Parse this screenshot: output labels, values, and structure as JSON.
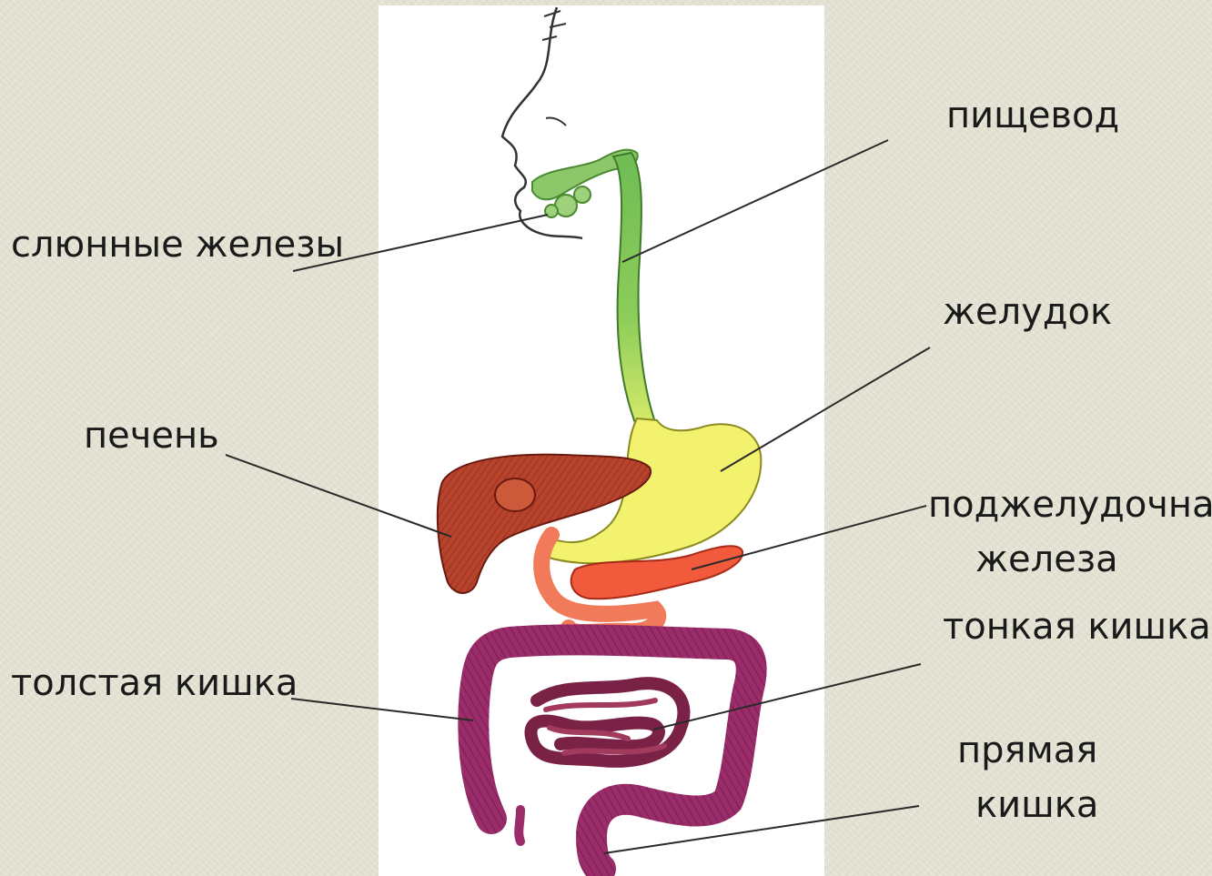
{
  "labels": {
    "esophagus": "пищевод",
    "salivary_glands": "слюнные железы",
    "stomach": "желудок",
    "liver": "печень",
    "pancreas_line1": "поджелудочная",
    "pancreas_line2": "железа",
    "small_intestine": "тонкая кишка",
    "large_intestine": "толстая кишка",
    "rectum_line1": "прямая",
    "rectum_line2": "кишка"
  },
  "colors": {
    "background": "#e4e3d3",
    "panel": "#ffffff",
    "esophagus": "#7cc35a",
    "stomach": "#f0f070",
    "liver": "#b8432c",
    "pancreas": "#f25a3c",
    "intestine": "#9a2c6a",
    "leader_line": "#2a2a2a"
  }
}
